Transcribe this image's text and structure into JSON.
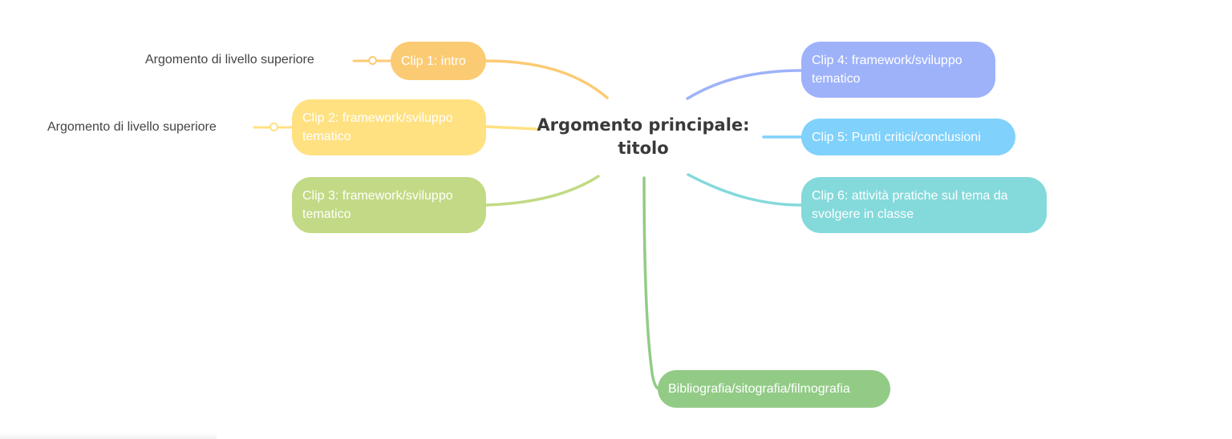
{
  "central": {
    "line1": "Argomento principale:",
    "line2": "titolo"
  },
  "branches": [
    {
      "id": "clip1",
      "label": "Clip 1: intro",
      "color": "#FBCB74"
    },
    {
      "id": "clip2",
      "label": "Clip 2: framework/sviluppo tematico",
      "color": "#FFE182"
    },
    {
      "id": "clip3",
      "label": "Clip 3: framework/sviluppo tematico",
      "color": "#C2DA85"
    },
    {
      "id": "clip4",
      "label": "Clip 4: framework/sviluppo tematico",
      "color": "#9EB2FA"
    },
    {
      "id": "clip5",
      "label": "Clip 5: Punti critici/conclusioni",
      "color": "#80D1FB"
    },
    {
      "id": "clip6",
      "label": "Clip 6: attività pratiche sul tema da svolgere in classe",
      "color": "#84D9DB"
    },
    {
      "id": "biblio",
      "label": "Bibliografia/sitografia/filmografia",
      "color": "#92CB86"
    }
  ],
  "floating_topics": [
    {
      "label": "Argomento di livello superiore",
      "attached_to": "clip1"
    },
    {
      "label": "Argomento di livello superiore",
      "attached_to": "clip2"
    }
  ]
}
